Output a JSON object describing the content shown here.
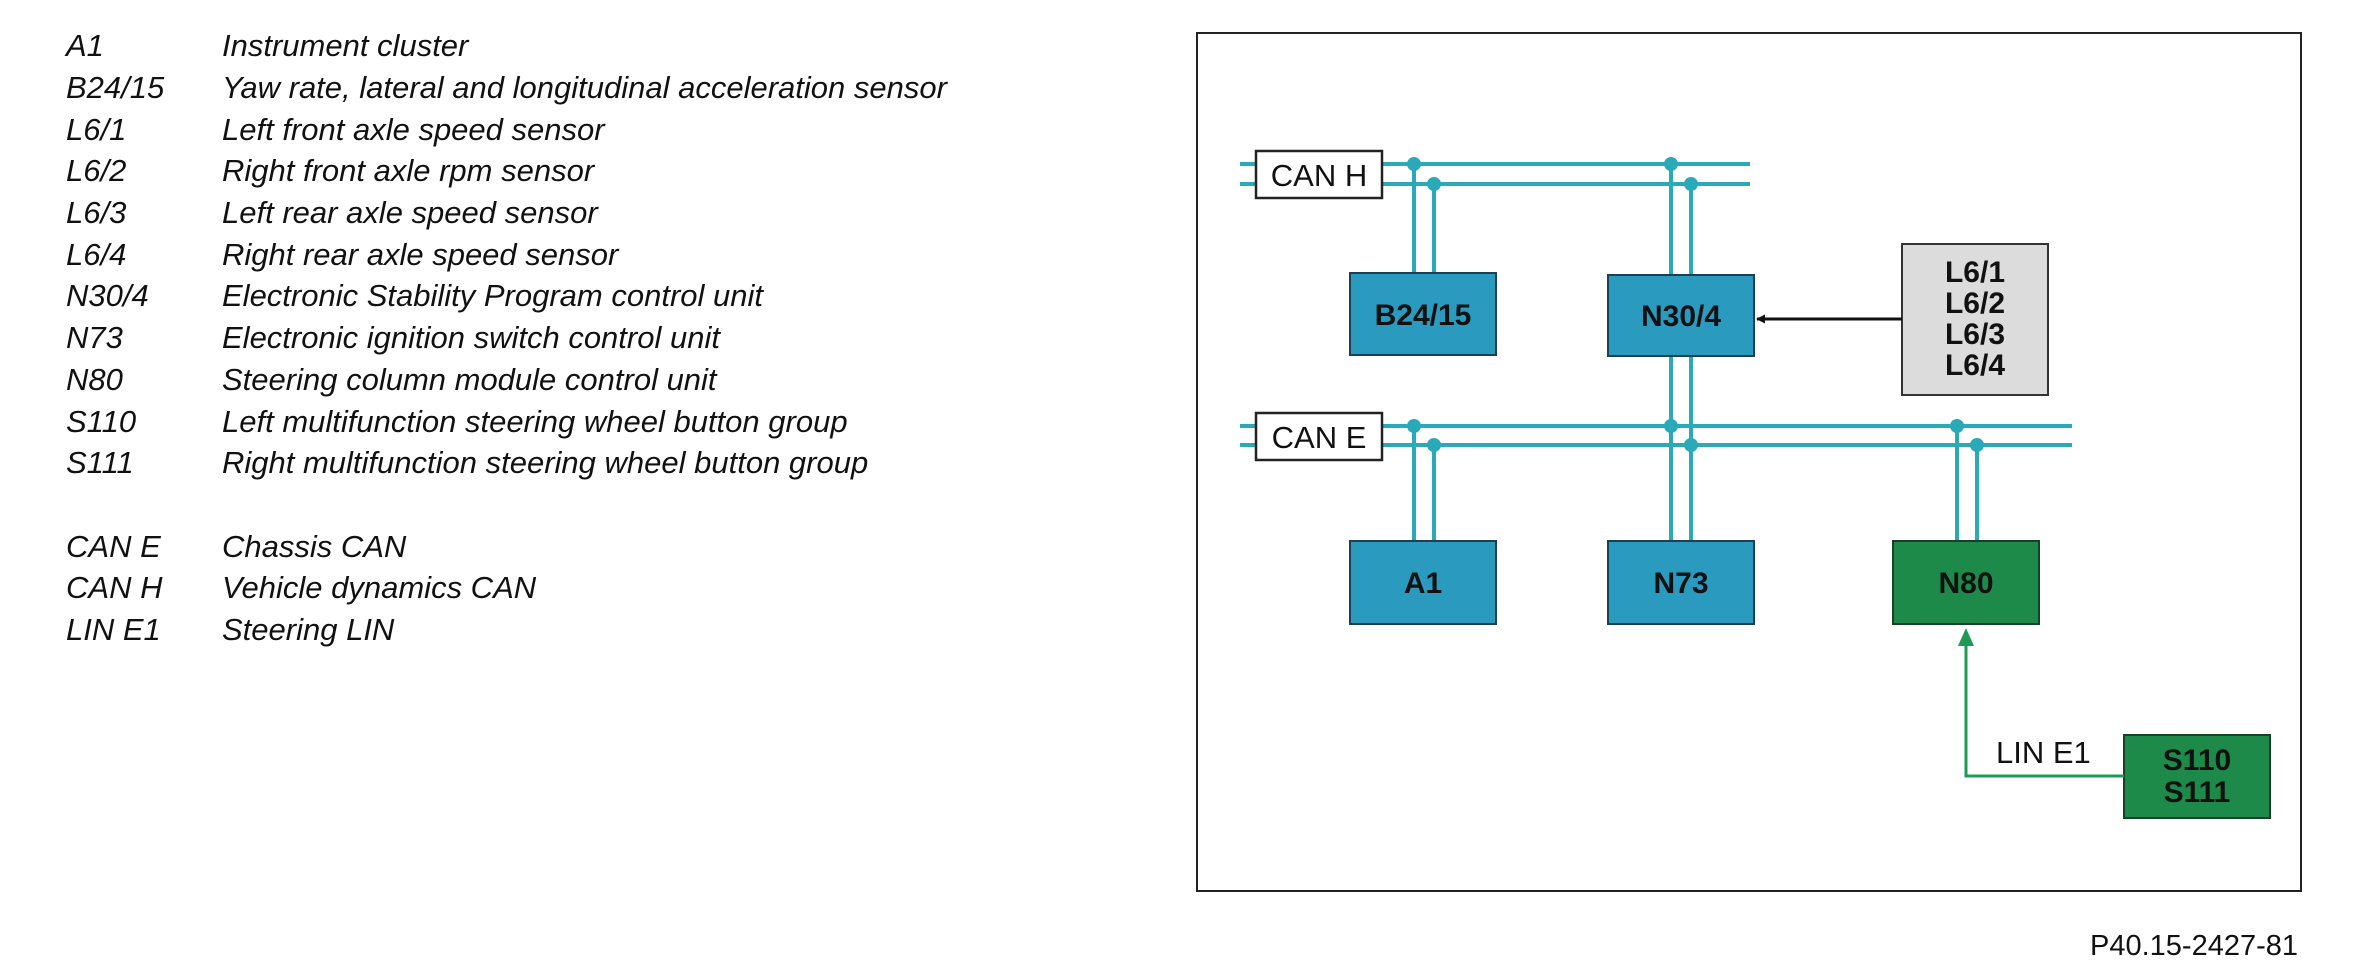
{
  "legend": {
    "items": [
      {
        "code": "A1",
        "desc": "Instrument cluster"
      },
      {
        "code": "B24/15",
        "desc": "Yaw rate, lateral and longitudinal acceleration sensor"
      },
      {
        "code": "L6/1",
        "desc": "Left front axle speed sensor"
      },
      {
        "code": "L6/2",
        "desc": "Right front axle rpm sensor"
      },
      {
        "code": "L6/3",
        "desc": "Left rear axle speed sensor"
      },
      {
        "code": "L6/4",
        "desc": "Right rear axle speed sensor"
      },
      {
        "code": "N30/4",
        "desc": "Electronic Stability Program control unit"
      },
      {
        "code": "N73",
        "desc": "Electronic ignition switch control unit"
      },
      {
        "code": "N80",
        "desc": "Steering column module control unit"
      },
      {
        "code": "S110",
        "desc": "Left multifunction steering wheel button group"
      },
      {
        "code": "S111",
        "desc": "Right multifunction steering wheel button group"
      }
    ],
    "bus_items": [
      {
        "code": "CAN E",
        "desc": "Chassis CAN"
      },
      {
        "code": "CAN H",
        "desc": "Vehicle dynamics CAN"
      },
      {
        "code": "LIN E1",
        "desc": "Steering LIN"
      }
    ]
  },
  "diagram": {
    "can_h_label": "CAN H",
    "can_e_label": "CAN E",
    "lin_label": "LIN E1",
    "boxes": {
      "b24": "B24/15",
      "n30": "N30/4",
      "a1": "A1",
      "n73": "N73",
      "n80": "N80",
      "sensors": [
        "L6/1",
        "L6/2",
        "L6/3",
        "L6/4"
      ],
      "switches": [
        "S110",
        "S111"
      ]
    },
    "colors": {
      "bus": "#2aaab8",
      "can_box": "#2a9bbf",
      "lin_box": "#1e8a4a",
      "lin_line": "#1e9a55",
      "sensor_box": "#dcdcdc"
    }
  },
  "figure_id": "P40.15-2427-81"
}
